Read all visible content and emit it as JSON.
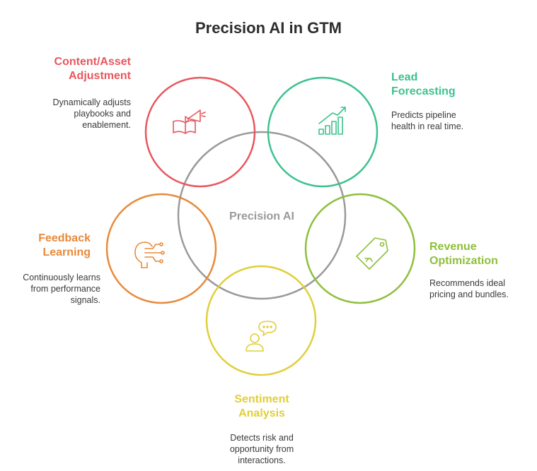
{
  "title": "Precision AI in GTM",
  "center_label": "Precision AI",
  "nodes": [
    {
      "id": "content",
      "heading_lines": [
        "Content/Asset",
        "Adjustment"
      ],
      "desc_lines": [
        "Dynamically adjusts",
        "playbooks and",
        "enablement."
      ],
      "color": "#e8575e",
      "icon": "book-megaphone-icon"
    },
    {
      "id": "lead",
      "heading_lines": [
        "Lead",
        "Forecasting"
      ],
      "desc_lines": [
        "Predicts pipeline",
        "health in real time."
      ],
      "color": "#3cc28e",
      "icon": "bar-chart-growth-icon"
    },
    {
      "id": "revenue",
      "heading_lines": [
        "Revenue",
        "Optimization"
      ],
      "desc_lines": [
        "Recommends ideal",
        "pricing and bundles."
      ],
      "color": "#8fbf3c",
      "icon": "price-tag-icon"
    },
    {
      "id": "sentiment",
      "heading_lines": [
        "Sentiment",
        "Analysis"
      ],
      "desc_lines": [
        "Detects risk and",
        "opportunity from",
        "interactions."
      ],
      "color": "#e0cf3a",
      "icon": "person-speech-icon"
    },
    {
      "id": "feedback",
      "heading_lines": [
        "Feedback",
        "Learning"
      ],
      "desc_lines": [
        "Continuously learns",
        "from performance",
        "signals."
      ],
      "color": "#e88a3a",
      "icon": "head-circuit-icon"
    }
  ],
  "center_color": "#9a9a9a"
}
